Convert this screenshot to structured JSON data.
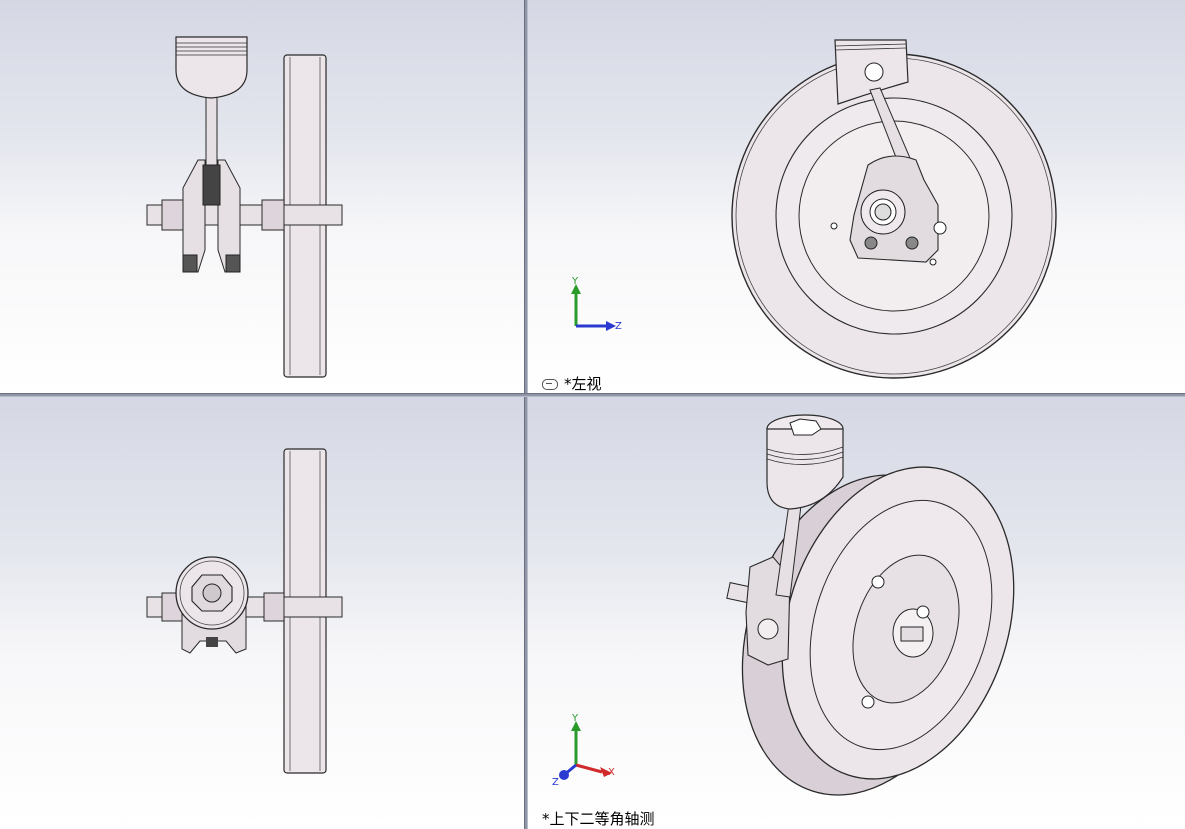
{
  "viewports": {
    "top_left": {
      "label": ""
    },
    "top_right": {
      "label": "*左视",
      "triad": {
        "up": "Y",
        "right": "Z"
      }
    },
    "bottom_left": {
      "label": ""
    },
    "bottom_right": {
      "label": "*上下二等角轴测",
      "triad": {
        "up": "Y",
        "right": "X",
        "left": "Z"
      }
    }
  },
  "colors": {
    "part_fill": "#ece6ea",
    "part_shade": "#cfc5cc",
    "edge": "#2a2a2a",
    "axis_y": "#2a9a2a",
    "axis_z": "#2a3ad0",
    "axis_x": "#d02a2a"
  }
}
